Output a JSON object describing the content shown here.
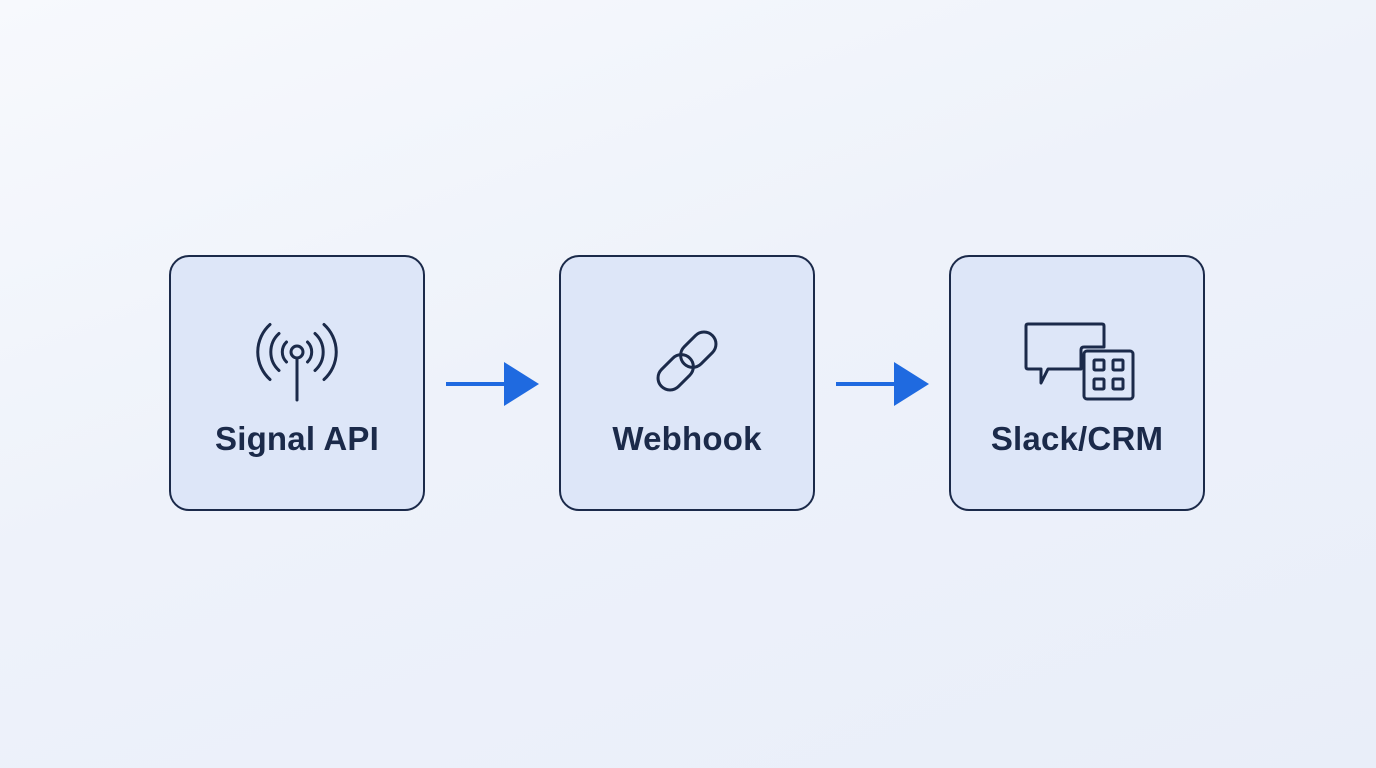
{
  "diagram": {
    "nodes": [
      {
        "label": "Signal API",
        "icon": "antenna-icon"
      },
      {
        "label": "Webhook",
        "icon": "link-icon"
      },
      {
        "label": "Slack/CRM",
        "icon": "chat-grid-icon"
      }
    ],
    "edges": [
      {
        "from": "Signal API",
        "to": "Webhook"
      },
      {
        "from": "Webhook",
        "to": "Slack/CRM"
      }
    ]
  },
  "colors": {
    "background": "#f0f4fb",
    "node_fill": "#dde6f8",
    "node_border": "#1b2a4a",
    "text": "#1b2a4a",
    "arrow": "#1f6ae0"
  }
}
